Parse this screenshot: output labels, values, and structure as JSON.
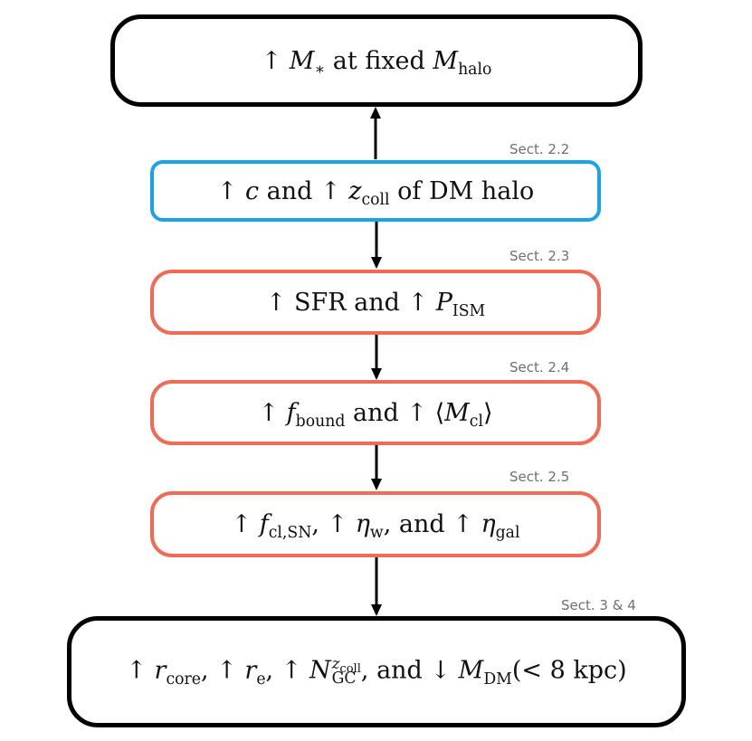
{
  "boxes": {
    "top": {
      "arrow": "↑",
      "var": "M",
      "var_sub": "∗",
      "text": " at fixed ",
      "var2": "M",
      "var2_sub": "halo"
    },
    "halo": {
      "a1": "↑",
      "c": "c",
      "and": " and ",
      "a2": "↑",
      "z": "z",
      "z_sub": "coll",
      "tail": " of DM halo"
    },
    "sfr": {
      "a1": "↑",
      "sfr": " SFR and ",
      "a2": "↑",
      "p": "P",
      "p_sub": "ISM"
    },
    "bound": {
      "a1": "↑",
      "f": "f",
      "f_sub": "bound",
      "and": " and ",
      "a2": "↑",
      "open": "⟨",
      "m": "M",
      "m_sub": "cl",
      "close": "⟩"
    },
    "feedback": {
      "a1": "↑",
      "f": "f",
      "f_sub": "cl,SN",
      "sep1": ", ",
      "a2": "↑",
      "eta1": "η",
      "eta1_sub": "w",
      "sep2": ", and ",
      "a3": "↑",
      "eta2": "η",
      "eta2_sub": "gal"
    },
    "bottom": {
      "a1": "↑",
      "r1": "r",
      "r1_sub": "core",
      "sep1": ", ",
      "a2": "↑",
      "r2": "r",
      "r2_sub": "e",
      "sep3": ", ",
      "a3": "↑",
      "n": "N",
      "n_sup": "z",
      "n_sup_sub": "coll",
      "n_sub": "GC",
      "sep4": ", and ",
      "a4": "↓",
      "m": "M",
      "m_sub": "DM",
      "paren": "(< 8 kpc)"
    }
  },
  "sections": {
    "s22": "Sect. 2.2",
    "s23": "Sect. 2.3",
    "s24": "Sect. 2.4",
    "s25": "Sect. 2.5",
    "s34": "Sect. 3 & 4"
  },
  "colors": {
    "black": "#000000",
    "blue": "#1aa2ea",
    "red": "#f06a55",
    "section_label": "#6f6f6f"
  }
}
